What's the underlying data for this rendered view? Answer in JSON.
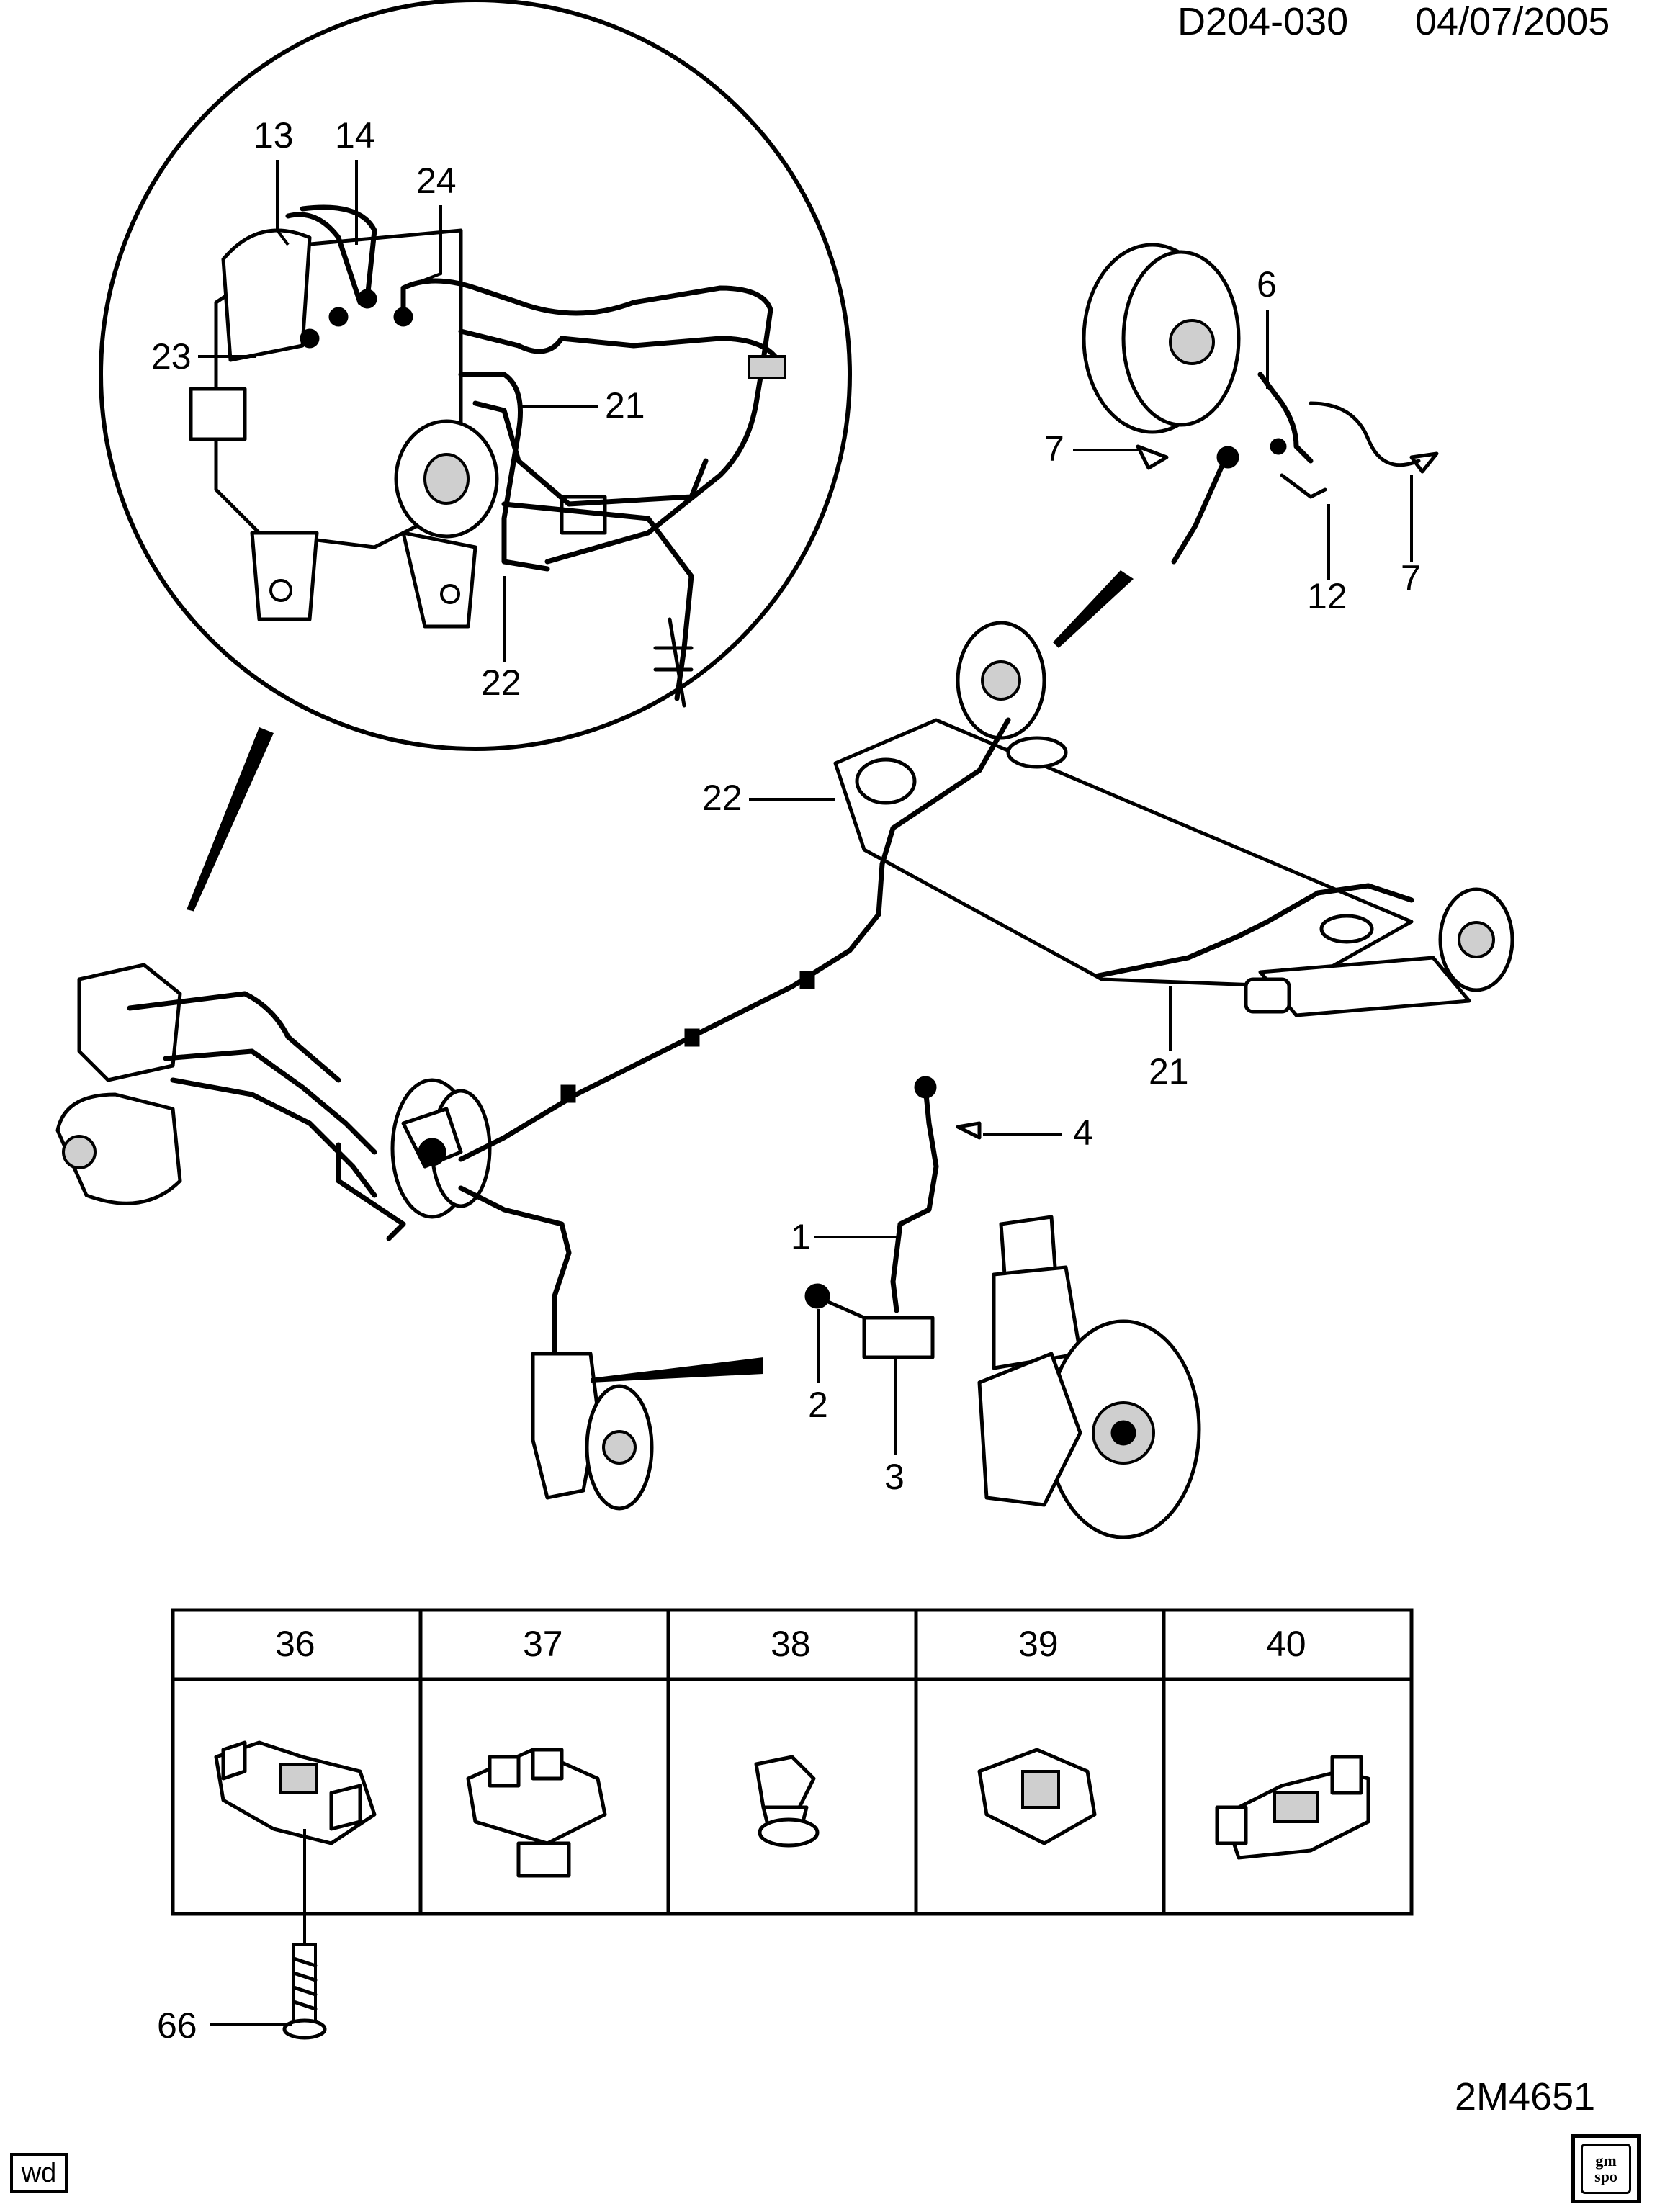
{
  "header": {
    "doc_id": "D204-030",
    "date": "04/07/2005"
  },
  "figure_code": "2M4651",
  "footer_left_tag": "wd",
  "footer_logo": {
    "line1": "gm",
    "line2": "spo",
    "icon": "gm-spo-logo"
  },
  "callouts": {
    "c13": "13",
    "c14": "14",
    "c24": "24",
    "c23": "23",
    "c21a": "21",
    "c22a": "22",
    "c6": "6",
    "c7a": "7",
    "c7b": "7",
    "c12": "12",
    "c22b": "22",
    "c21b": "21",
    "c4": "4",
    "c1": "1",
    "c2": "2",
    "c3": "3",
    "c66": "66"
  },
  "clip_table": {
    "headers": [
      "36",
      "37",
      "38",
      "39",
      "40"
    ]
  }
}
